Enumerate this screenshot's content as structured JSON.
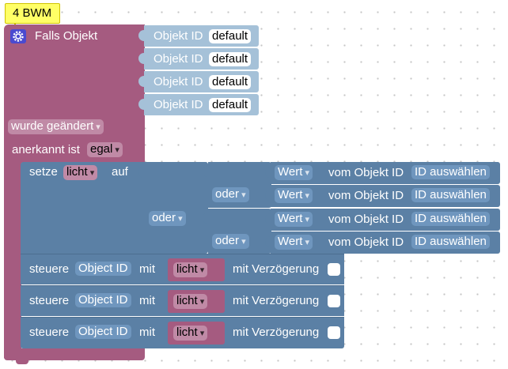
{
  "comment_label": "4 BWM",
  "trigger": {
    "title": "Falls Objekt",
    "object_label": "Objekt ID",
    "object_value": "default",
    "changed_label": "wurde geändert",
    "ack_label": "anerkannt ist",
    "ack_value": "egal"
  },
  "set_block": {
    "prefix": "setze",
    "variable": "licht",
    "suffix": "auf",
    "or_label": "oder",
    "value_label": "Wert",
    "from_object_label": "vom Objekt ID",
    "select_id_label": "ID auswählen"
  },
  "control_block": {
    "prefix": "steuere",
    "object_value": "Object ID",
    "with_label": "mit",
    "variable": "licht",
    "delay_label": "mit Verzögerung"
  },
  "colors": {
    "event_block": "#a55b80",
    "action_block": "#5b80a5",
    "object_id_block": "#a5c1d8",
    "comment": "#ffff66"
  }
}
